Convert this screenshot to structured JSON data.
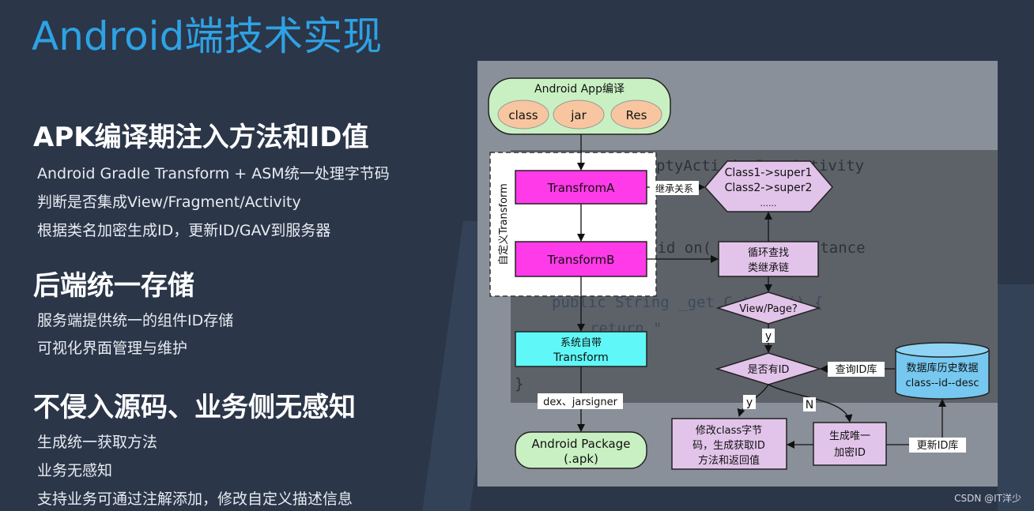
{
  "title": "Android端技术实现",
  "sections": [
    {
      "heading": "APK编译期注入方法和ID值",
      "lines": [
        "Android Gradle Transform + ASM统一处理字节码",
        "判断是否集成View/Fragment/Activity",
        "根据类名加密生成ID，更新ID/GAV到服务器"
      ]
    },
    {
      "heading": "后端统一存储",
      "lines": [
        "服务端提供统一的组件ID存储",
        "可视化界面管理与维护"
      ]
    },
    {
      "heading": "不侵入源码、业务侧无感知",
      "lines": [
        "生成统一获取方法",
        "业务无感知",
        "支持业务可通过注解添加，修改自定义描述信息"
      ]
    }
  ],
  "code_lines": [
    "ptyActi          ds BaseActivity",
    "oid on(           le savedInstance",
    "public String _get C    t Id_() {",
    "return \"",
    "}"
  ],
  "diagram": {
    "top_label": "Android App编译",
    "chips": [
      "class",
      "jar",
      "Res"
    ],
    "custom_group_label": "自定义Transform",
    "transform_a": "TransfromA",
    "transform_b": "TransformB",
    "system_transform_1": "系统自带",
    "system_transform_2": "Transform",
    "edge_dex": "dex、jarsigner",
    "apk_1": "Android Package",
    "apk_2": "(.apk)",
    "edge_inherit": "继承关系",
    "hex_1": "Class1->super1",
    "hex_2": "Class2->super2",
    "hex_3": "......",
    "loop_1": "循环查找",
    "loop_2": "类继承链",
    "decision_view": "View/Page?",
    "y_label_1": "y",
    "decision_id": "是否有ID",
    "edge_query": "查询ID库",
    "db_1": "数据库历史数据",
    "db_2": "class--id--desc",
    "y_label_2": "y",
    "n_label": "N",
    "modify_1": "修改class字节",
    "modify_2": "码，生成获取ID",
    "modify_3": "方法和返回值",
    "gen_1": "生成唯一",
    "gen_2": "加密ID",
    "edge_update": "更新ID库"
  },
  "watermark": "CSDN @IT洋少",
  "colors": {
    "background": "#2b3649",
    "title": "#2ea2e4",
    "magenta": "#ff3ae8",
    "cyan": "#5ff7f7",
    "green": "#c9f0c2",
    "chip": "#f7c6a0",
    "lavender": "#e2c4ea",
    "db": "#76c8f0"
  }
}
